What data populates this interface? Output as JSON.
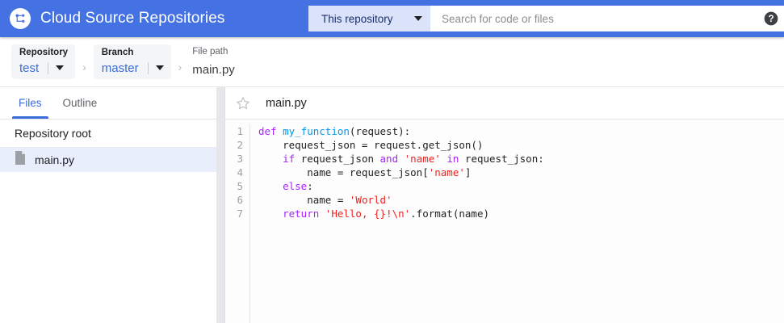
{
  "header": {
    "logo_icon": "cloud-source-repositories-logo",
    "title": "Cloud Source Repositories",
    "brand_color": "#4472e3",
    "search": {
      "scope_label": "This repository",
      "scope_caret_icon": "chevron-down-icon",
      "placeholder": "Search for code or files",
      "value": ""
    },
    "help_icon": "help-circle-icon"
  },
  "breadcrumb": {
    "repository": {
      "label": "Repository",
      "value": "test",
      "caret_icon": "chevron-down-icon"
    },
    "branch": {
      "label": "Branch",
      "value": "master",
      "caret_icon": "chevron-down-icon"
    },
    "separator": "›",
    "file_path": {
      "label": "File path",
      "value": "main.py"
    }
  },
  "sidebar": {
    "tabs": [
      {
        "label": "Files",
        "active": true
      },
      {
        "label": "Outline",
        "active": false
      }
    ],
    "root_label": "Repository root",
    "files": [
      {
        "name": "main.py",
        "icon": "file-icon",
        "selected": true
      }
    ]
  },
  "file_view": {
    "star_icon": "star-outline-icon",
    "file_name": "main.py",
    "line_numbers": [
      "1",
      "2",
      "3",
      "4",
      "5",
      "6",
      "7"
    ],
    "code_text": "def my_function(request):\n    request_json = request.get_json()\n    if request_json and 'name' in request_json:\n        name = request_json['name']\n    else:\n        name = 'World'\n    return 'Hello, {}!\\n'.format(name)",
    "code_lines": [
      [
        {
          "t": "def ",
          "c": "kw"
        },
        {
          "t": "my_function",
          "c": "fn"
        },
        {
          "t": "(request):",
          "c": "pl"
        }
      ],
      [
        {
          "t": "    request_json = request.get_json()",
          "c": "pl"
        }
      ],
      [
        {
          "t": "    ",
          "c": "pl"
        },
        {
          "t": "if",
          "c": "kw"
        },
        {
          "t": " request_json ",
          "c": "pl"
        },
        {
          "t": "and",
          "c": "kw"
        },
        {
          "t": " ",
          "c": "pl"
        },
        {
          "t": "'name'",
          "c": "str"
        },
        {
          "t": " ",
          "c": "pl"
        },
        {
          "t": "in",
          "c": "kw"
        },
        {
          "t": " request_json:",
          "c": "pl"
        }
      ],
      [
        {
          "t": "        name = request_json[",
          "c": "pl"
        },
        {
          "t": "'name'",
          "c": "str"
        },
        {
          "t": "]",
          "c": "pl"
        }
      ],
      [
        {
          "t": "    ",
          "c": "pl"
        },
        {
          "t": "else",
          "c": "kw"
        },
        {
          "t": ":",
          "c": "pl"
        }
      ],
      [
        {
          "t": "        name = ",
          "c": "pl"
        },
        {
          "t": "'World'",
          "c": "str"
        }
      ],
      [
        {
          "t": "    ",
          "c": "pl"
        },
        {
          "t": "return",
          "c": "kw"
        },
        {
          "t": " ",
          "c": "pl"
        },
        {
          "t": "'Hello, {}!\\n'",
          "c": "str"
        },
        {
          "t": ".format(name)",
          "c": "pl"
        }
      ]
    ],
    "syntax_colors": {
      "keyword": "#aa22ff",
      "function": "#0099ee",
      "string": "#ee2222",
      "plain": "#202124",
      "line_number": "#9aa0a6"
    }
  }
}
